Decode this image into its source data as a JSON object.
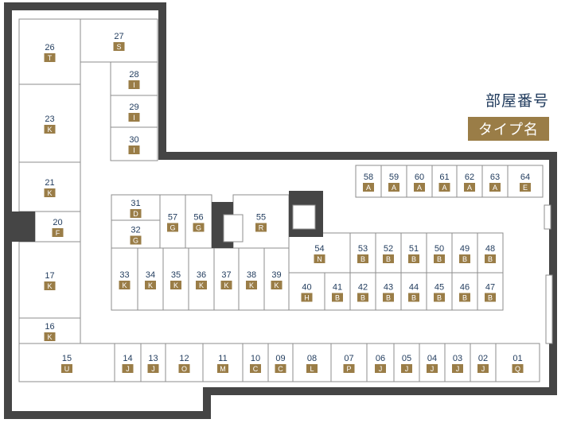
{
  "legend": {
    "title": "部屋番号",
    "subtitle": "タイプ名"
  },
  "colors": {
    "wall": "#454545",
    "tag": "#9a7d47",
    "number": "#1f3a5c",
    "line": "#8e8e8e"
  },
  "units": [
    {
      "no": "26",
      "type": "T"
    },
    {
      "no": "27",
      "type": "S"
    },
    {
      "no": "28",
      "type": "I"
    },
    {
      "no": "29",
      "type": "I"
    },
    {
      "no": "30",
      "type": "I"
    },
    {
      "no": "23",
      "type": "K"
    },
    {
      "no": "21",
      "type": "K"
    },
    {
      "no": "20",
      "type": "F"
    },
    {
      "no": "17",
      "type": "K"
    },
    {
      "no": "16",
      "type": "K"
    },
    {
      "no": "15",
      "type": "U"
    },
    {
      "no": "14",
      "type": "J"
    },
    {
      "no": "13",
      "type": "J"
    },
    {
      "no": "12",
      "type": "O"
    },
    {
      "no": "11",
      "type": "M"
    },
    {
      "no": "10",
      "type": "C"
    },
    {
      "no": "09",
      "type": "C"
    },
    {
      "no": "08",
      "type": "L"
    },
    {
      "no": "07",
      "type": "P"
    },
    {
      "no": "06",
      "type": "J"
    },
    {
      "no": "05",
      "type": "J"
    },
    {
      "no": "04",
      "type": "J"
    },
    {
      "no": "03",
      "type": "J"
    },
    {
      "no": "02",
      "type": "J"
    },
    {
      "no": "01",
      "type": "Q"
    },
    {
      "no": "31",
      "type": "D"
    },
    {
      "no": "32",
      "type": "G"
    },
    {
      "no": "57",
      "type": "G"
    },
    {
      "no": "56",
      "type": "G"
    },
    {
      "no": "55",
      "type": "R"
    },
    {
      "no": "33",
      "type": "K"
    },
    {
      "no": "34",
      "type": "K"
    },
    {
      "no": "35",
      "type": "K"
    },
    {
      "no": "36",
      "type": "K"
    },
    {
      "no": "37",
      "type": "K"
    },
    {
      "no": "38",
      "type": "K"
    },
    {
      "no": "39",
      "type": "K"
    },
    {
      "no": "40",
      "type": "H"
    },
    {
      "no": "41",
      "type": "B"
    },
    {
      "no": "42",
      "type": "B"
    },
    {
      "no": "43",
      "type": "B"
    },
    {
      "no": "44",
      "type": "B"
    },
    {
      "no": "45",
      "type": "B"
    },
    {
      "no": "46",
      "type": "B"
    },
    {
      "no": "47",
      "type": "B"
    },
    {
      "no": "54",
      "type": "N"
    },
    {
      "no": "53",
      "type": "B"
    },
    {
      "no": "52",
      "type": "B"
    },
    {
      "no": "51",
      "type": "B"
    },
    {
      "no": "50",
      "type": "B"
    },
    {
      "no": "49",
      "type": "B"
    },
    {
      "no": "48",
      "type": "B"
    },
    {
      "no": "58",
      "type": "A"
    },
    {
      "no": "59",
      "type": "A"
    },
    {
      "no": "60",
      "type": "A"
    },
    {
      "no": "61",
      "type": "A"
    },
    {
      "no": "62",
      "type": "A"
    },
    {
      "no": "63",
      "type": "A"
    },
    {
      "no": "64",
      "type": "E"
    }
  ]
}
